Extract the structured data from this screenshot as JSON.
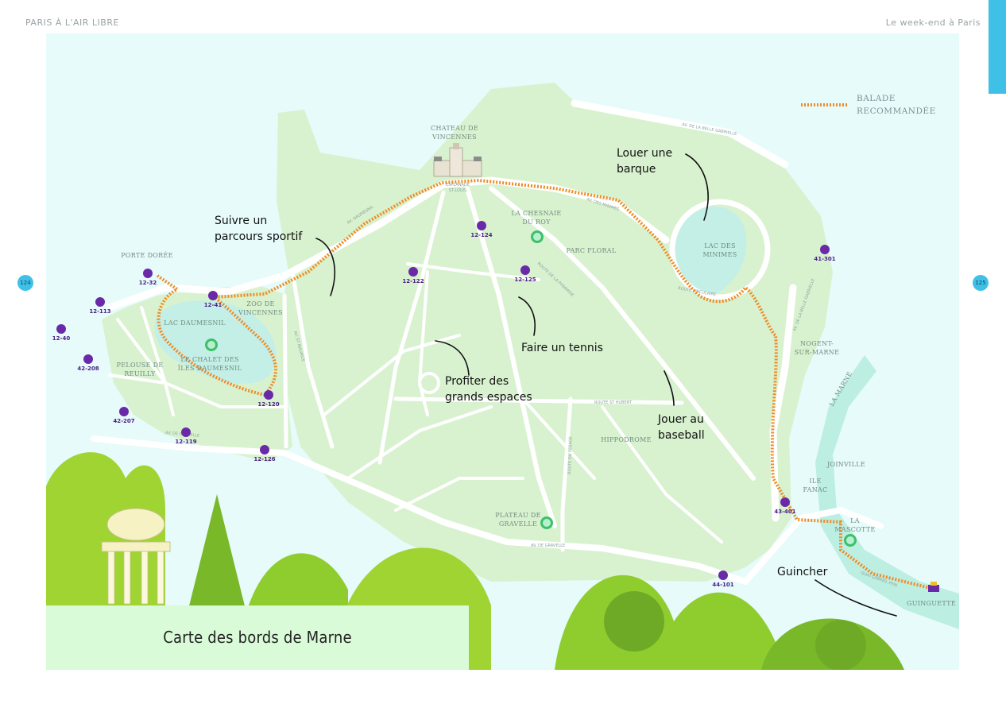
{
  "header": {
    "left": "PARIS À L'AIR LIBRE",
    "right": "Le week-end à Paris",
    "page_left": "124",
    "page_right": "125"
  },
  "legend": {
    "line1": "BALADE",
    "line2": "RECOMMANDÉE"
  },
  "caption": "Carte des bords de Marne",
  "colors": {
    "water": "#e6fbfa",
    "park": "#d8f2cf",
    "road": "#ffffff",
    "route": "#f08a24",
    "stop": "#6a2aa8",
    "accent_tab": "#3fc0e6"
  },
  "places": {
    "chateau": [
      "CHATEAU DE",
      "VINCENNES"
    ],
    "esplanade": [
      "ESPLANADE",
      "ST-LOUIS"
    ],
    "porte_doree": "PORTE DORÉE",
    "lac_daumesnil": "LAC DAUMESNIL",
    "zoo": [
      "ZOO DE",
      "VINCENNES"
    ],
    "chalet": [
      "LE CHALET DES",
      "ÎLES DAUMESNIL"
    ],
    "pelouse": [
      "PELOUSE DE",
      "REUILLY"
    ],
    "chesnaie": [
      "LA CHESNAIE",
      "DU ROY"
    ],
    "parc_floral": "PARC FLORAL",
    "lac_minimes": [
      "LAC DES",
      "MINIMES"
    ],
    "nogent": [
      "NOGENT-",
      "SUR-MARNE"
    ],
    "hippodrome": "HIPPODROME",
    "plateau": [
      "PLATEAU DE",
      "GRAVELLE"
    ],
    "la_marne": "LA MARNE",
    "joinville": "JOINVILLE",
    "ile_fanac": [
      "ILE",
      "FANAC"
    ],
    "mascotte": [
      "LA",
      "MASCOTTE"
    ],
    "guinguette": "GUINGUETTE"
  },
  "roads": {
    "belle_gabrielle_top": "AV. DE LA BELLE GABRIELLE",
    "belle_gabrielle_right": "AV. DE LA BELLE GABRIELLE",
    "daumesnil": "AV. DAUMESNIL",
    "minimes": "AV. DES MINIMES",
    "pyramide": "ROUTE DE LA PYRAMIDE",
    "st_maurice": "AV. ST MAURICE",
    "gravelle_left": "AV. DE GRAVELLE",
    "gravelle_bottom": "AV. DE GRAVELLE",
    "st_hubert": "ROUTE ST HUBERT",
    "pesage": "ROUTE DU PESAGE",
    "minimes_circle": "ROUTE CIRCULAIRE",
    "quai": "QUAI GABRIEL PERI"
  },
  "activities": [
    [
      "Louer une",
      "barque"
    ],
    [
      "Suivre un",
      "parcours sportif"
    ],
    [
      "Faire un tennis"
    ],
    [
      "Profiter des",
      "grands espaces"
    ],
    [
      "Jouer au",
      "baseball"
    ],
    [
      "Guincher"
    ]
  ],
  "velib_stops": [
    "12-124",
    "12-125",
    "12-122",
    "12-32",
    "12-41",
    "12-113",
    "12-40",
    "42-208",
    "12-120",
    "42-207",
    "12-119",
    "12-126",
    "41-301",
    "43-401",
    "44-101"
  ],
  "icons": [
    "chateau-icon",
    "restaurant-icon",
    "velib-icon",
    "temple-icon",
    "tree-icon",
    "guinguette-icon"
  ]
}
